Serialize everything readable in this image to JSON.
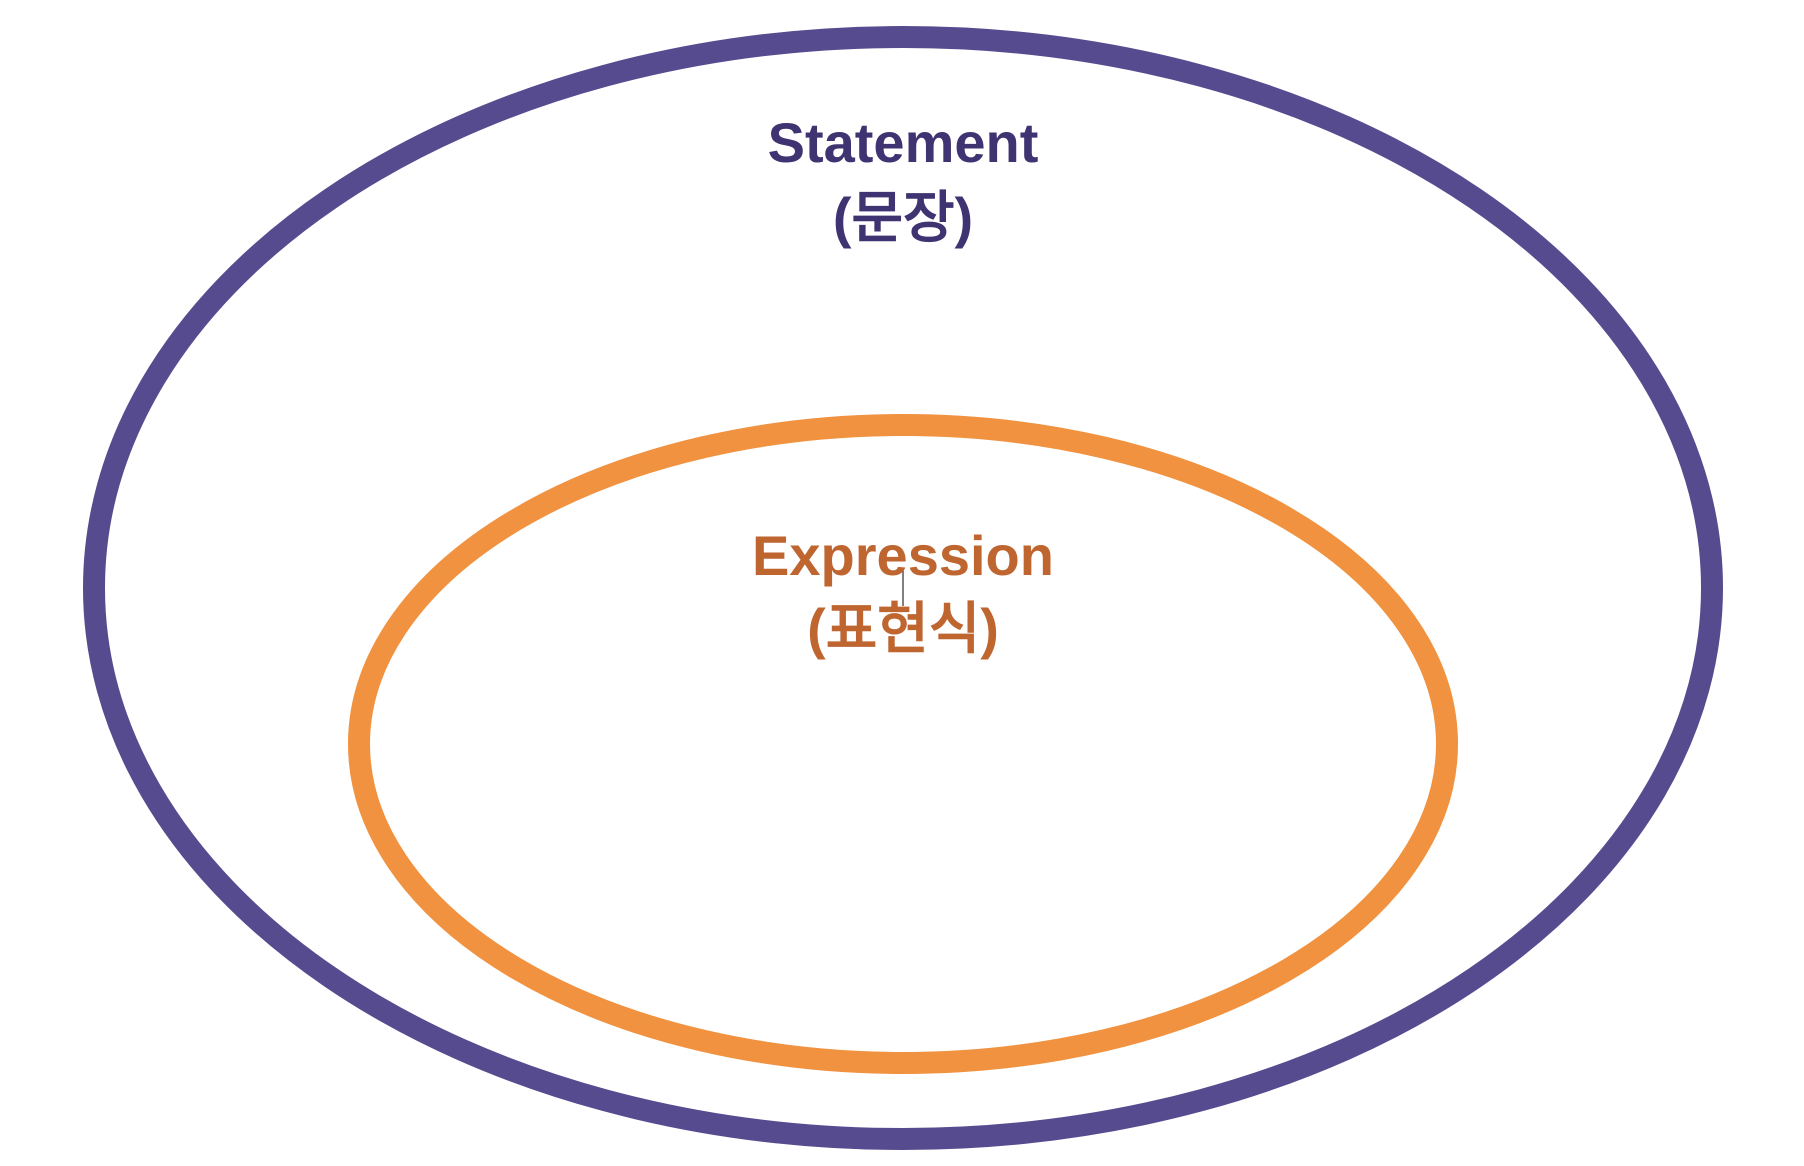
{
  "outer": {
    "title": "Statement",
    "subtitle": "(문장)",
    "color": "#574B90",
    "text_color": "#3F3371"
  },
  "inner": {
    "title": "Expression",
    "subtitle": "(표현식)",
    "color": "#F0923F",
    "text_color": "#BF6530"
  }
}
